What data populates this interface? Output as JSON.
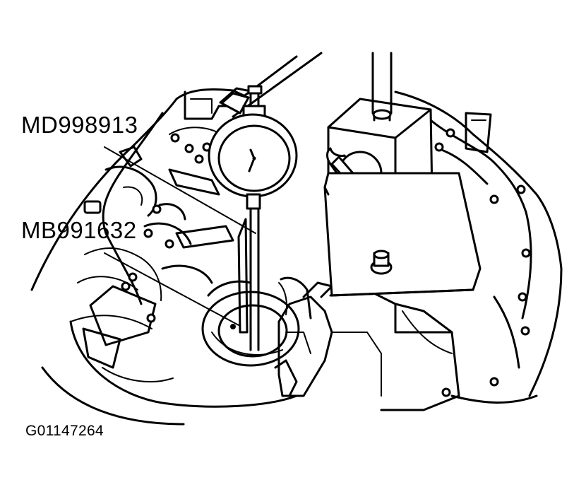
{
  "labels": {
    "dial_gauge_tool": "MD998913",
    "gauge_holder_tool": "MB991632"
  },
  "figure_id": "G01147264"
}
